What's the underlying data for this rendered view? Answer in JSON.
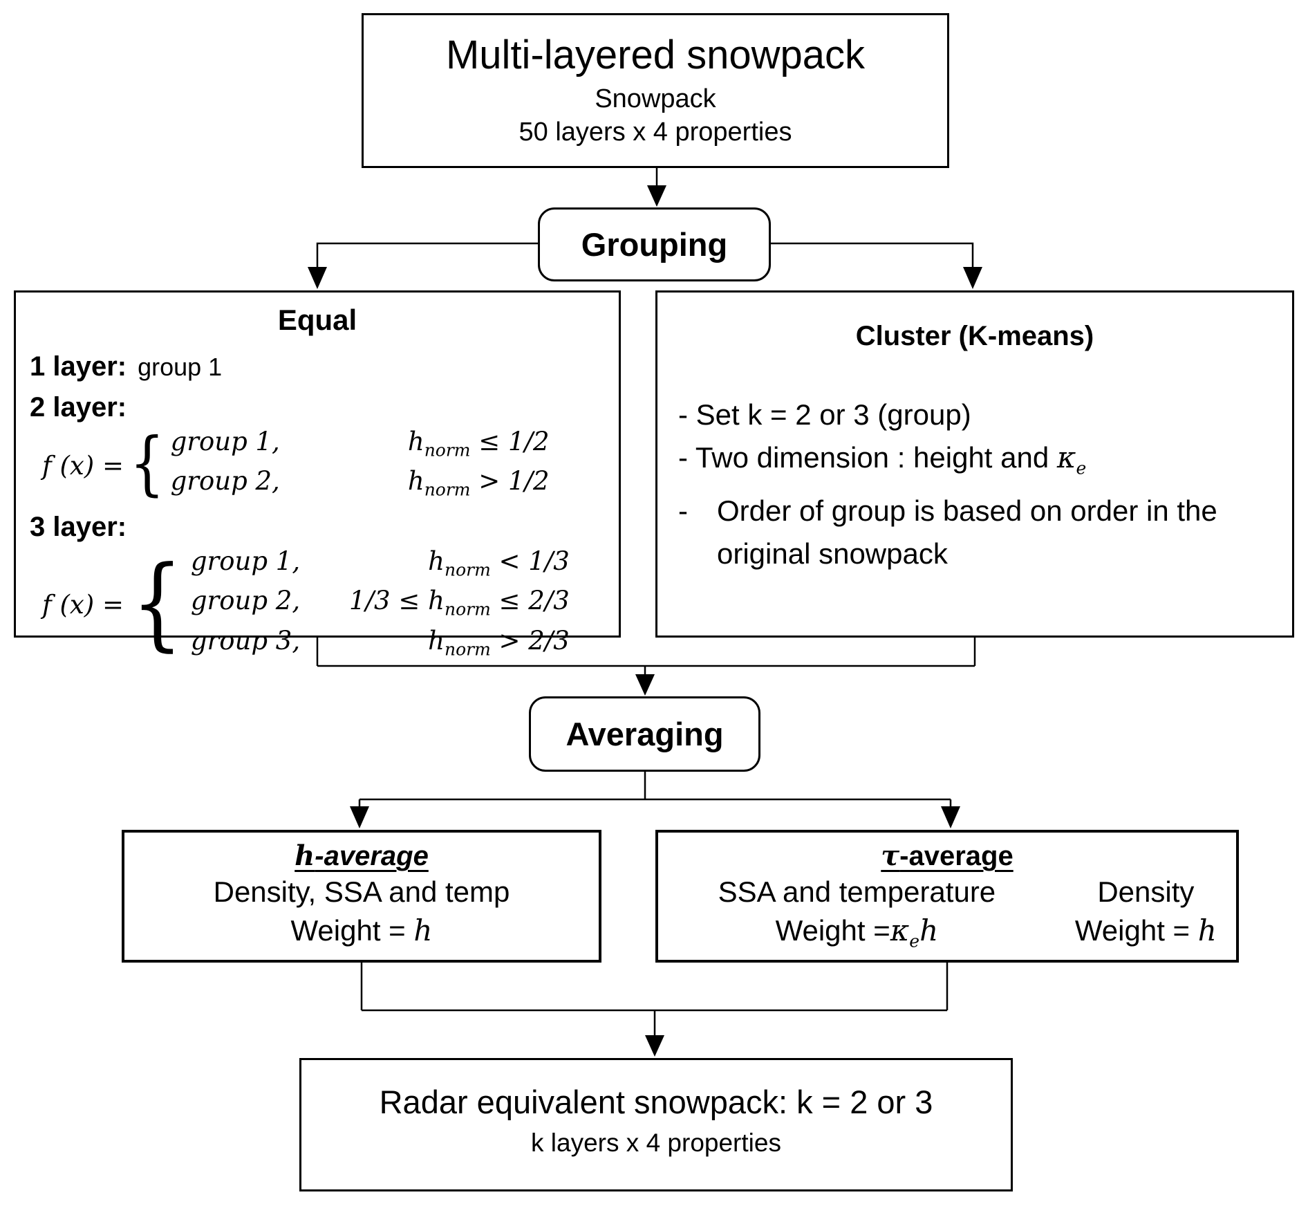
{
  "source": {
    "title": "Multi-layered snowpack",
    "subtitle": "Snowpack",
    "detail": "50 layers x 4 properties"
  },
  "grouping": {
    "label": "Grouping"
  },
  "equal": {
    "title": "Equal",
    "layer1_label": "1 layer:",
    "layer1_value": "group 1",
    "layer2_label": "2 layer:",
    "layer3_label": "3 layer:",
    "fx": "f (x) =",
    "brace": "{",
    "var": "h",
    "var_sub": "norm",
    "two_layer_cases": [
      {
        "group": "group 1,",
        "pre": "",
        "post": " ≤ 1/2"
      },
      {
        "group": "group 2,",
        "pre": "",
        "post": " > 1/2"
      }
    ],
    "three_layer_cases": [
      {
        "group": "group 1,",
        "pre": "",
        "post": " < 1/3"
      },
      {
        "group": "group 2,",
        "pre": "1/3 ≤ ",
        "post": " ≤ 2/3"
      },
      {
        "group": "group 3,",
        "pre": "",
        "post": " > 2/3"
      }
    ]
  },
  "cluster": {
    "title": "Cluster (K-means)",
    "bullet1": "- Set k = 2 or 3 (group)",
    "bullet2_text": "- Two dimension : height and ",
    "bullet2_kappa": "κ",
    "bullet2_sub": "e",
    "bullet3_dash": "-",
    "bullet3_text": "Order of group is based on order in the original snowpack"
  },
  "averaging": {
    "label": "Averaging"
  },
  "h_average": {
    "title_var": "h",
    "title_rest": "-average",
    "line1": "Density, SSA and temp",
    "weight_label": "Weight = ",
    "weight_var": "h"
  },
  "tau_average": {
    "title_var": "τ",
    "title_rest": "-average",
    "col1_line1": "SSA and temperature",
    "col1_weight_label": "Weight =",
    "col1_kappa": "κ",
    "col1_kappa_sub": "e",
    "col1_var": "h",
    "col2_line1": "Density",
    "col2_weight_label": "Weight = ",
    "col2_var": "h"
  },
  "result": {
    "title": "Radar equivalent snowpack: k = 2 or 3",
    "subtitle": "k layers x 4 properties"
  }
}
